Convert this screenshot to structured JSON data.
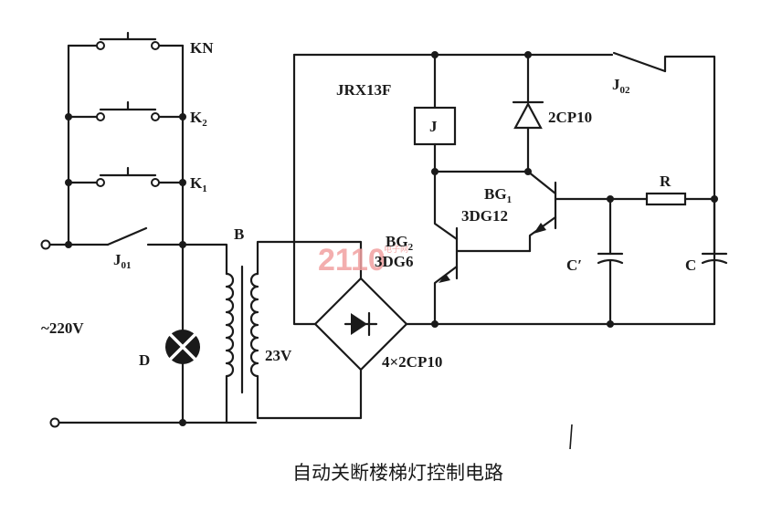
{
  "labels": {
    "kn": "KN",
    "k2": "K",
    "k2_sub": "2",
    "k1": "K",
    "k1_sub": "1",
    "j01": "J",
    "j01_sub": "01",
    "mains": "~220V",
    "lamp": "D",
    "transformer": "B",
    "secondary_voltage": "23V",
    "bridge": "4×2CP10",
    "relay_model": "JRX13F",
    "relay": "J",
    "diode": "2CP10",
    "j02": "J",
    "j02_sub": "02",
    "bg1": "BG",
    "bg1_sub": "1",
    "bg1_type": "3DG12",
    "bg2": "BG",
    "bg2_sub": "2",
    "bg2_type": "3DG6",
    "resistor": "R",
    "cap1": "C′",
    "cap2": "C"
  },
  "watermark": {
    "big": "2110",
    "small": "电子网"
  },
  "caption": "自动关断楼梯灯控制电路"
}
